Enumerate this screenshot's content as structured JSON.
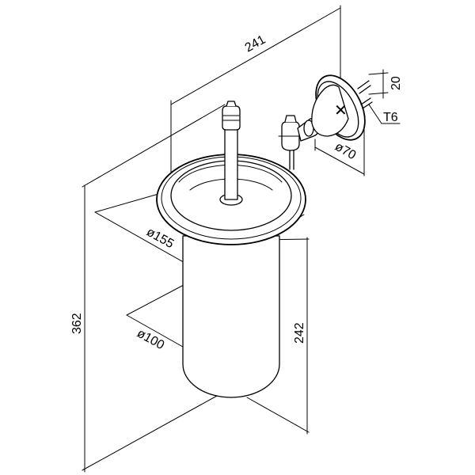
{
  "dimensions": {
    "width_241": "241",
    "depth_20": "20",
    "thread_t6": "T6",
    "dia_70": "ø70",
    "dia_155": "ø155",
    "dia_100": "ø100",
    "height_362": "362",
    "height_242": "242"
  },
  "marks": {
    "fastener_cross": "✕"
  }
}
